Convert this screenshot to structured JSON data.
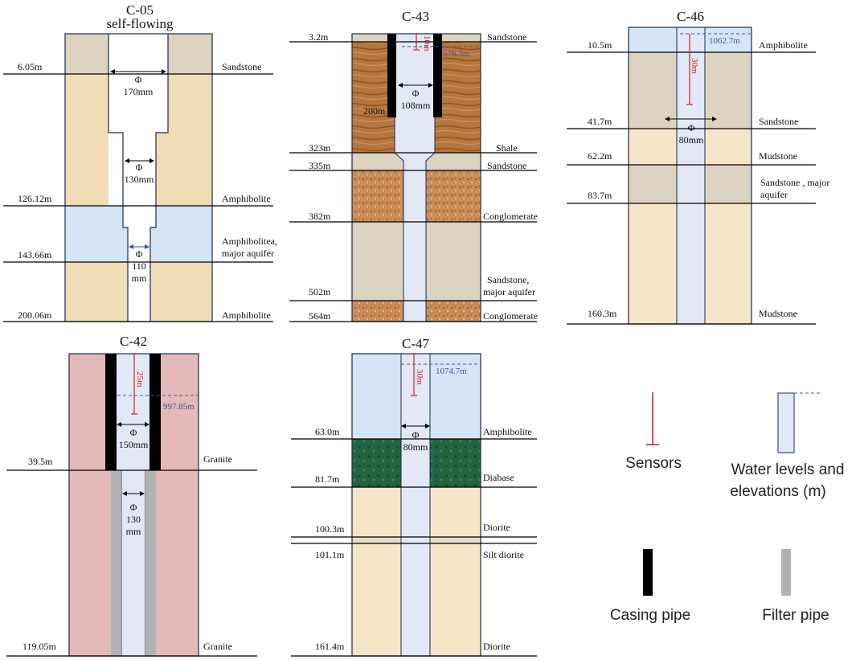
{
  "colors": {
    "sandstone": "#ddd3c1",
    "amphibolite_tan": "#f0dcb6",
    "aquifer_blue": "#d5e5f5",
    "shale_wood": "#b6773f",
    "conglomerate": "#cc8e59",
    "mudstone": "#f6e5c8",
    "granite": "#e3b9b9",
    "diabase": "#226440",
    "diorite": "#f6e6c6",
    "borehole": "#e3e8f6",
    "casing": "#000000",
    "filter": "#b3b3b3",
    "sensor": "#d02020",
    "water_level": "#3a58a0"
  },
  "wells": {
    "c05": {
      "title": "C-05",
      "subtitle": "self-flowing",
      "depths": [
        "6.05m",
        "126.12m",
        "143.66m",
        "200.06m"
      ],
      "layers": [
        "Sandstone",
        "Amphibolite",
        "Amphibolitea,",
        "major aquifer",
        "Amphibolite"
      ],
      "diameters": {
        "d1_phi": "Φ",
        "d1": "170mm",
        "d2_phi": "Φ",
        "d2": "130mm",
        "d3_phi": "Φ",
        "d3a": "110",
        "d3b": "mm"
      }
    },
    "c43": {
      "title": "C-43",
      "depths": [
        "3.2m",
        "323m",
        "335m",
        "382m",
        "502m",
        "564m"
      ],
      "layers": [
        "Sandstone",
        "Shale",
        "Sandstone",
        "Conglomerate",
        "Sandstone,",
        "major aquifer",
        "Conglomerate"
      ],
      "casing_label": "200m",
      "sensor_label": "10m",
      "water_level": "576.3m",
      "diameters": {
        "phi": "Φ",
        "d1": "108mm"
      }
    },
    "c46": {
      "title": "C-46",
      "depths": [
        "10.5m",
        "41.7m",
        "62.2m",
        "83.7m",
        "160.3m"
      ],
      "layers": [
        "Amphibolite",
        "Sandstone",
        "Mudstone",
        "Sandstone , major",
        "aquifer",
        "Mudstone"
      ],
      "sensor_label": "30m",
      "water_level": "1062.7m",
      "diameters": {
        "phi": "Φ",
        "d1": "80mm"
      }
    },
    "c42": {
      "title": "C-42",
      "depths": [
        "39.5m",
        "119.05m"
      ],
      "layers": [
        "Granite",
        "Granite"
      ],
      "sensor_label": "25m",
      "water_level": "997.85m",
      "diameters": {
        "d1_phi": "Φ",
        "d1": "150mm",
        "d2_phi": "Φ",
        "d2a": "130",
        "d2b": "mm"
      }
    },
    "c47": {
      "title": "C-47",
      "depths": [
        "63.0m",
        "81.7m",
        "100.3m",
        "101.1m",
        "161.4m"
      ],
      "layers": [
        "Amphibolite",
        "Diabase",
        "Diorite",
        "Silt diorite",
        "Diorite"
      ],
      "sensor_label": "30m",
      "water_level": "1074.7m",
      "diameters": {
        "phi": "Φ",
        "d1": "80mm"
      }
    }
  },
  "legend": {
    "sensors": "Sensors",
    "water_levels_1": "Water levels and",
    "water_levels_2": "elevations (m)",
    "casing": "Casing pipe",
    "filter": "Filter pipe"
  }
}
